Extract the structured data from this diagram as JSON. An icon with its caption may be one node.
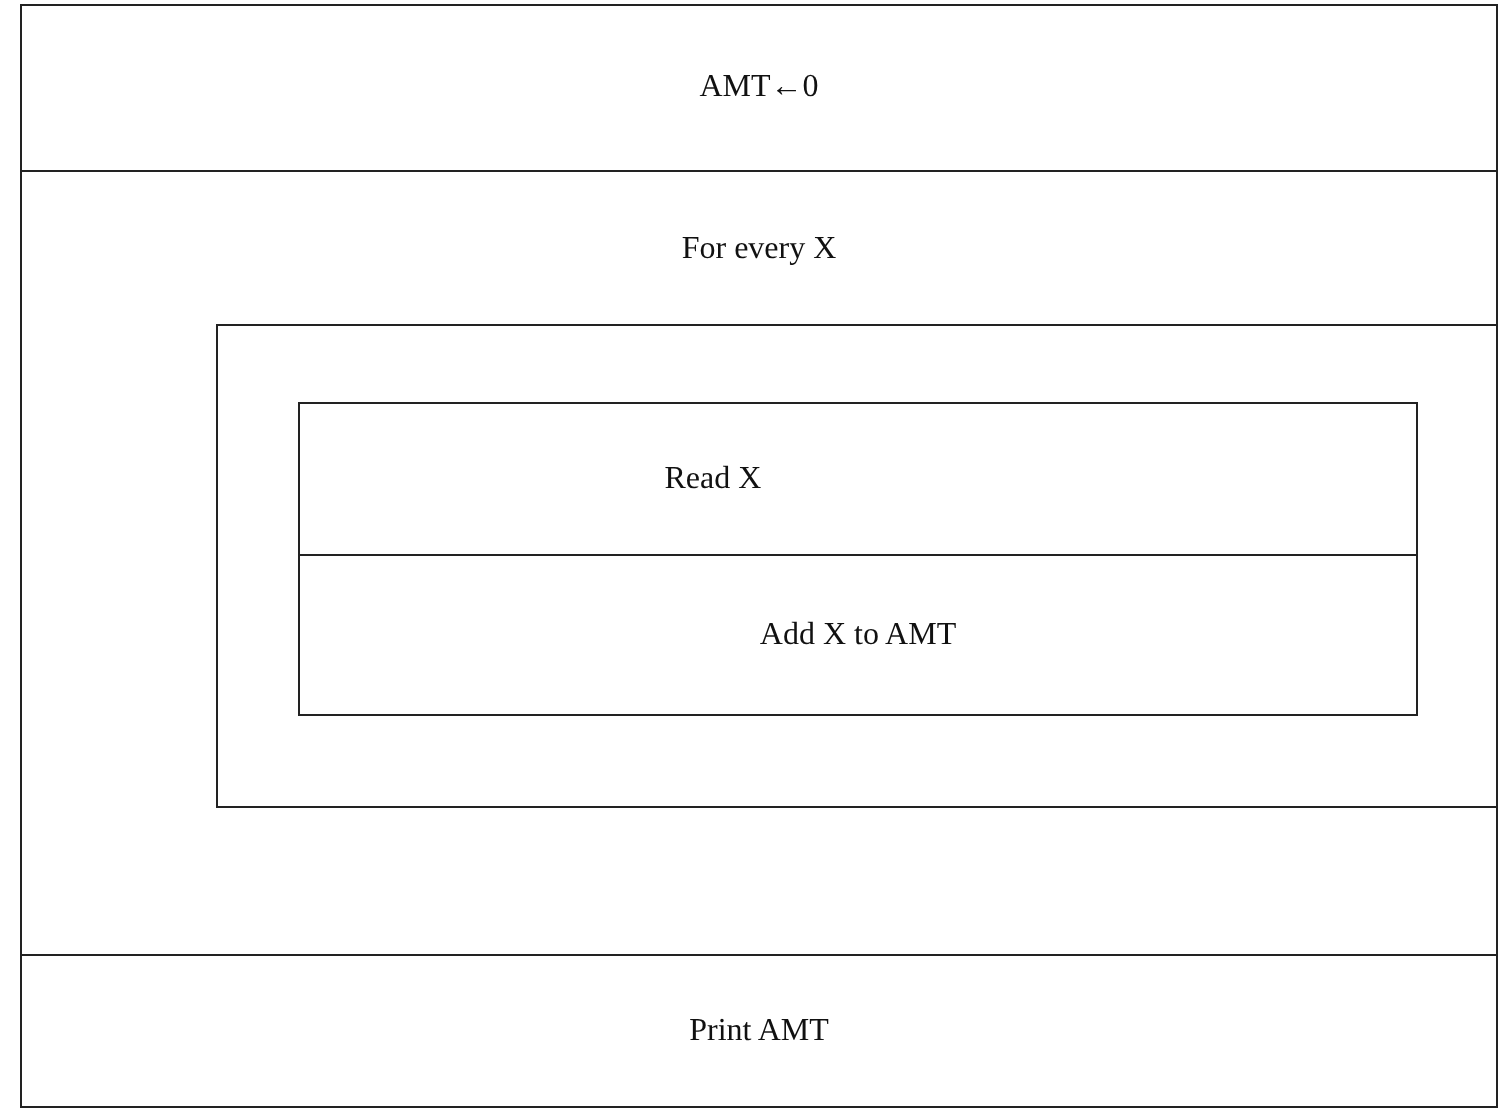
{
  "diagram": {
    "nodes": [
      {
        "text": [
          "AMT←0"
        ]
      },
      {
        "text": [
          "For every X"
        ]
      },
      {
        "text": [],
        "shape": "box",
        "in": 1
      },
      {
        "text": [
          "Read X"
        ],
        "in": 2
      },
      {
        "text": [
          "Add X to AMT"
        ],
        "in": 2
      },
      {
        "text": [
          "Print AMT"
        ]
      }
    ]
  }
}
